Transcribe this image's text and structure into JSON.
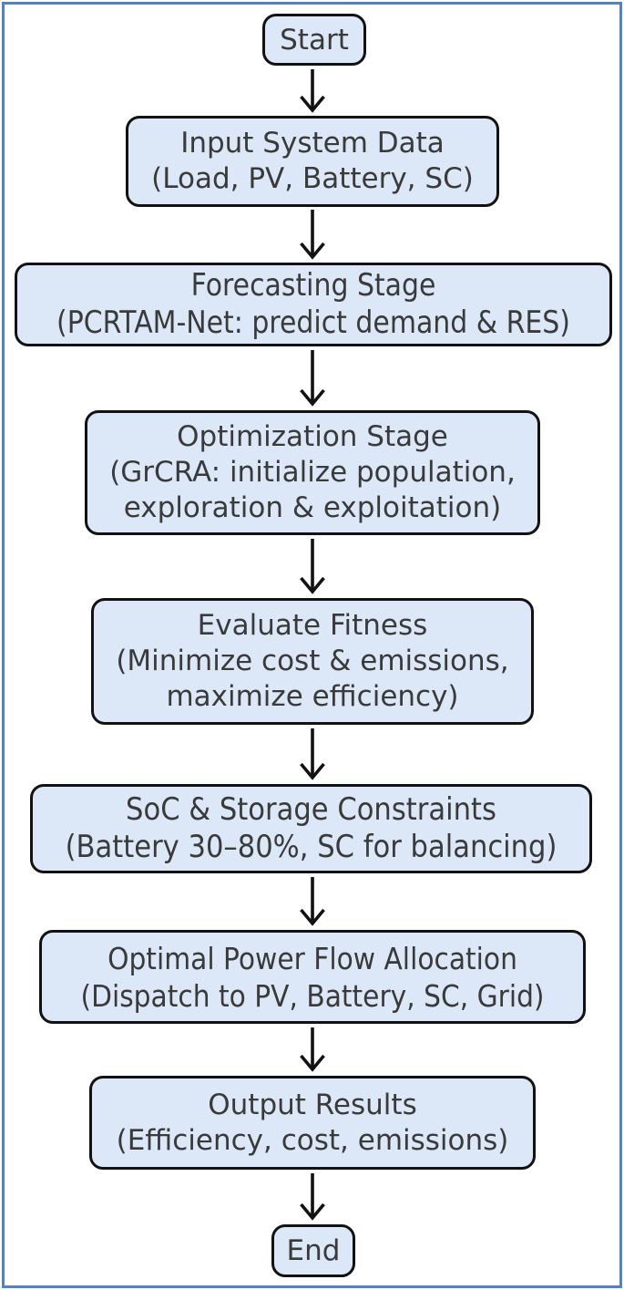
{
  "diagram": {
    "type": "flowchart",
    "direction": "top-to-bottom",
    "colors": {
      "background": "#ffffff",
      "frame": "#5282c1",
      "node_fill": "#dce8f8",
      "node_border": "#121212",
      "arrow": "#121212",
      "text": "#3a3a3a"
    },
    "nodes": [
      {
        "id": "start",
        "type": "terminator",
        "text": "Start"
      },
      {
        "id": "input-system-data",
        "type": "process",
        "text": "Input System Data\n(Load, PV, Battery, SC)"
      },
      {
        "id": "forecasting-stage",
        "type": "process",
        "text": "Forecasting Stage\n(PCRTAM-Net: predict demand & RES)"
      },
      {
        "id": "optimization-stage",
        "type": "process",
        "text": "Optimization Stage\n(GrCRA: initialize population,\nexploration & exploitation)"
      },
      {
        "id": "evaluate-fitness",
        "type": "process",
        "text": "Evaluate Fitness\n(Minimize cost & emissions,\nmaximize efficiency)"
      },
      {
        "id": "soc-storage-constraints",
        "type": "process",
        "text": "SoC & Storage Constraints\n(Battery 30–80%, SC for balancing)"
      },
      {
        "id": "optimal-power-flow-allocation",
        "type": "process",
        "text": "Optimal Power Flow Allocation\n(Dispatch to PV, Battery, SC, Grid)"
      },
      {
        "id": "output-results",
        "type": "process",
        "text": "Output Results\n(Efficiency, cost, emissions)"
      },
      {
        "id": "end",
        "type": "terminator",
        "text": "End"
      }
    ],
    "edges": [
      {
        "from": "start",
        "to": "input-system-data"
      },
      {
        "from": "input-system-data",
        "to": "forecasting-stage"
      },
      {
        "from": "forecasting-stage",
        "to": "optimization-stage"
      },
      {
        "from": "optimization-stage",
        "to": "evaluate-fitness"
      },
      {
        "from": "evaluate-fitness",
        "to": "soc-storage-constraints"
      },
      {
        "from": "soc-storage-constraints",
        "to": "optimal-power-flow-allocation"
      },
      {
        "from": "optimal-power-flow-allocation",
        "to": "output-results"
      },
      {
        "from": "output-results",
        "to": "end"
      }
    ]
  }
}
